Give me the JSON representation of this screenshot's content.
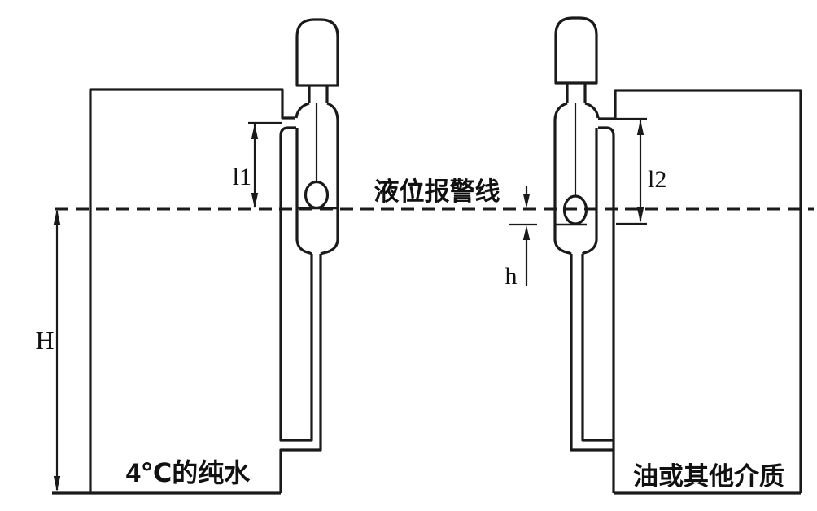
{
  "figure": {
    "alarm_line_label": "液位报警线",
    "left_tank_label": "4℃的纯水",
    "right_tank_label": "油或其他介质",
    "dimension_labels": {
      "total_height": "H",
      "immersion_offset": "h",
      "left_length": "l1",
      "right_length": "l2"
    },
    "colors": {
      "line": "#1a1a1a",
      "background": "#ffffff"
    }
  }
}
